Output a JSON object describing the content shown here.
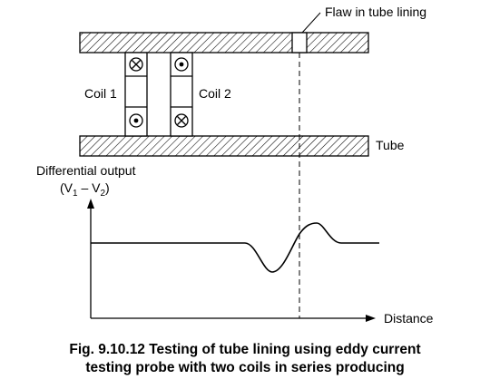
{
  "labels": {
    "flaw": "Flaw in tube lining",
    "coil1": "Coil 1",
    "coil2": "Coil 2",
    "tube": "Tube",
    "y_axis_line1": "Differential output",
    "y_axis_v1": "V",
    "y_axis_sub1": "1",
    "y_axis_dash": " – V",
    "y_axis_sub2": "2",
    "x_axis": "Distance"
  },
  "caption": {
    "line1": "Fig. 9.10.12 Testing of tube lining using eddy current",
    "line2": "testing probe with two coils in series producing"
  },
  "symbols": {
    "current_in": "⊗",
    "current_out": "⊙"
  }
}
